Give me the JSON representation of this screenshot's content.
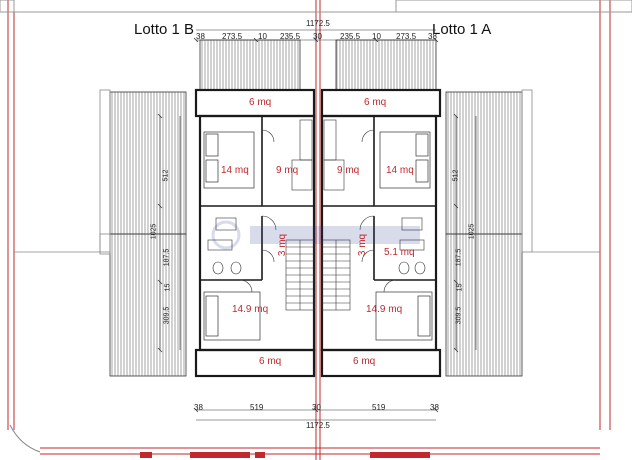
{
  "labels": {
    "lotto_left": "Lotto 1 B",
    "lotto_right": "Lotto 1 A"
  },
  "dimensions": {
    "top_total": "1172.5",
    "top_left_38": "38",
    "top_left_273": "273.5",
    "top_left_10": "10",
    "top_left_235": "235.5",
    "top_mid_30": "30",
    "top_right_235": "235.5",
    "top_right_10": "10",
    "top_right_273": "273.5",
    "top_right_38": "38",
    "bottom_left_38": "38",
    "bottom_left_519": "519",
    "bottom_mid_30": "30",
    "bottom_right_519": "519",
    "bottom_right_38": "38",
    "bottom_total": "1172.5",
    "side_512": "512",
    "side_187": "187.5",
    "side_309": "309.5",
    "side_15": "15",
    "side_1025": "1025"
  },
  "areas": {
    "left_balcony_top": "6 mq",
    "right_balcony_top": "6 mq",
    "left_bed_large": "14 mq",
    "left_bed_small": "9 mq",
    "right_bed_small": "9 mq",
    "right_bed_large": "14 mq",
    "left_bath": "3 mq",
    "right_bath": "5.1 mq",
    "right_bath_stair": "3 mq",
    "left_master": "14.9 mq",
    "right_master": "14.9 mq",
    "left_balcony_bottom": "6 mq",
    "right_balcony_bottom": "6 mq"
  },
  "colors": {
    "wall": "#1a1a1a",
    "area_text": "#c0282d",
    "outline_red": "#c0282d",
    "terrace_hatch": "#555555"
  }
}
